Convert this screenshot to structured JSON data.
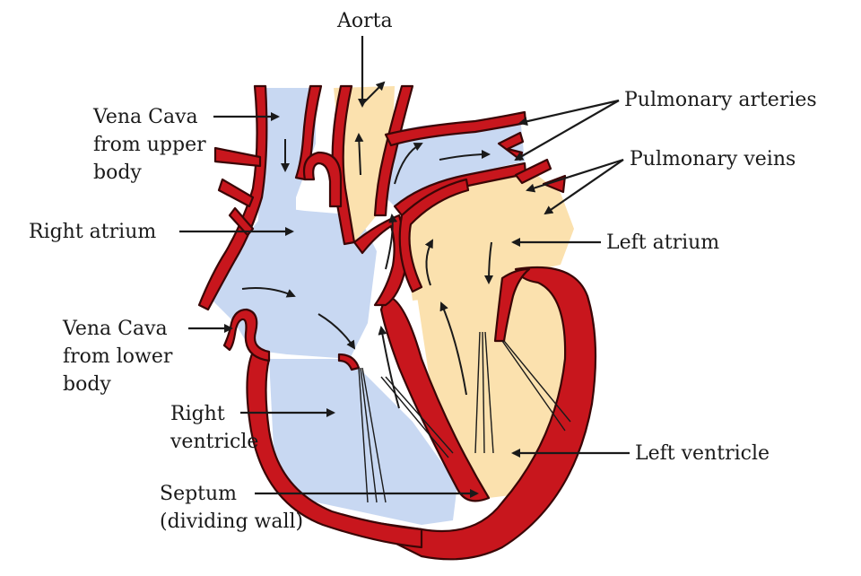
{
  "labels": {
    "aorta": "Aorta",
    "pulmonary_arteries": "Pulmonary arteries",
    "pulmonary_veins": "Pulmonary veins",
    "left_atrium": "Left atrium",
    "vena_cava_upper_1": "Vena Cava",
    "vena_cava_upper_2": "from upper",
    "vena_cava_upper_3": "body",
    "right_atrium": "Right atrium",
    "vena_cava_lower_1": "Vena Cava",
    "vena_cava_lower_2": "from lower",
    "vena_cava_lower_3": "body",
    "right_ventricle_1": "Right",
    "right_ventricle_2": "ventricle",
    "left_ventricle": "Left ventricle",
    "septum_1": "Septum",
    "septum_2": "(dividing wall)"
  },
  "colors": {
    "muscle": "#c8161d",
    "deoxygenated": "#c8d8f2",
    "oxygenated": "#fbe1ae"
  }
}
